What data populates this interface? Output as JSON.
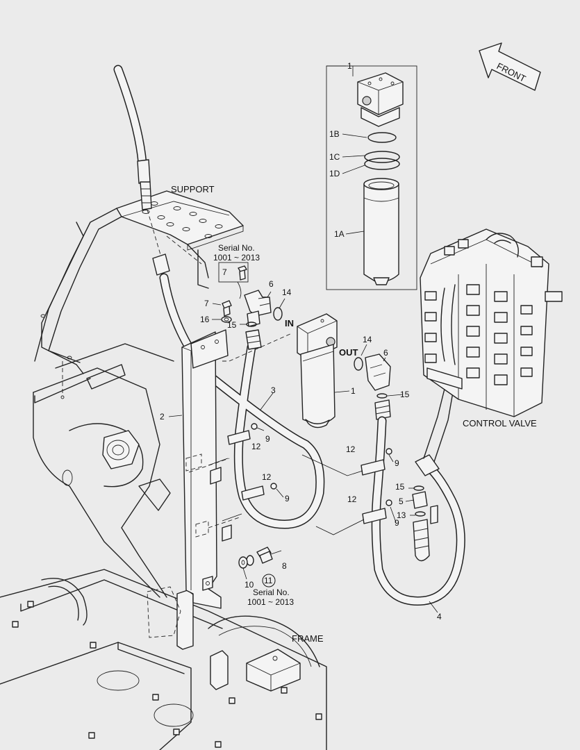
{
  "labels": {
    "front": "FRONT",
    "support": "SUPPORT",
    "control_valve": "CONTROL VALVE",
    "frame": "FRAME",
    "in": "IN",
    "out": "OUT",
    "serial_no": "Serial No.",
    "serial_range": "1001 ~ 2013"
  },
  "callouts": {
    "p1_box": "1",
    "p1B": "1B",
    "p1C": "1C",
    "p1D": "1D",
    "p1A": "1A",
    "p1": "1",
    "p2": "2",
    "p3": "3",
    "p4": "4",
    "p5": "5",
    "p6a": "6",
    "p6b": "6",
    "p7a": "7",
    "p7b": "7",
    "p8": "8",
    "p9a": "9",
    "p9b": "9",
    "p9c": "9",
    "p9d": "9",
    "p10": "10",
    "p11": "11",
    "p12a": "12",
    "p12b": "12",
    "p12c": "12",
    "p12d": "12",
    "p13": "13",
    "p14a": "14",
    "p14b": "14",
    "p15a": "15",
    "p15b": "15",
    "p15c": "15",
    "p16": "16"
  }
}
